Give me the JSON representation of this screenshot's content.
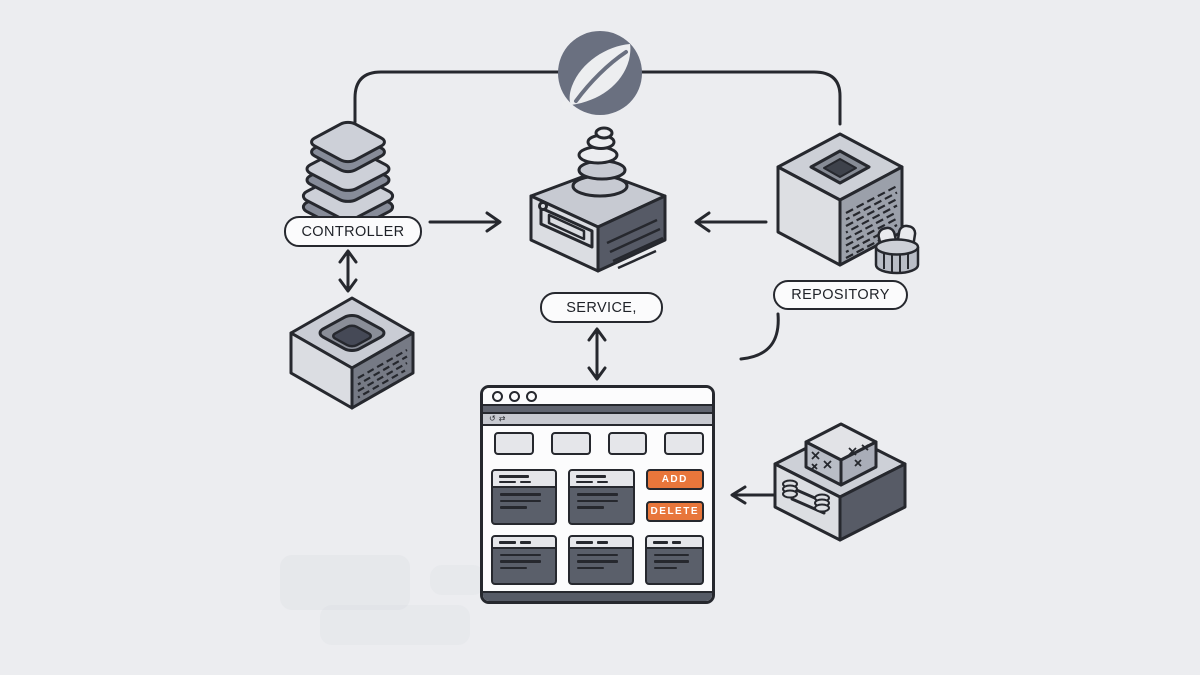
{
  "scene": {
    "background_color": "#ECEDF0",
    "outline_color": "#26282E",
    "accent_orange": "#E8763B",
    "logo": {
      "name": "spring-leaf-logo",
      "circle_color": "#6A7080",
      "leaf_color": "#EDEEF0"
    }
  },
  "nodes": {
    "controller": {
      "label": "CONTROLLER",
      "icon": "layer-stack-icon"
    },
    "service": {
      "label": "SERVICE,",
      "icon": "spring-coil-box-icon"
    },
    "repository": {
      "label": "REPOSITORY",
      "icon": "cube-with-database-icon"
    },
    "controller_store": {
      "icon": "open-crate-icon"
    },
    "data_source": {
      "icon": "sealed-crate-icon"
    }
  },
  "connections": [
    "spring-logo to controller (elbow line)",
    "spring-logo to repository (elbow line)",
    "controller to service (arrow right)",
    "repository to service (arrow left)",
    "controller to open-crate (double arrow)",
    "service to app-window (double arrow)",
    "sealed-crate to app-window (arrow left)",
    "repository curve stub"
  ],
  "browser": {
    "name": "app-ui-window",
    "window_controls_count": "3",
    "toolbar": {
      "reload_glyph": "↺",
      "sync_glyph": "⇄"
    },
    "nav_placeholder_count": "4",
    "buttons": {
      "add": "ADD",
      "delete": "DELETE"
    },
    "cards_row1_count": "2",
    "cards_row2_count": "3"
  }
}
